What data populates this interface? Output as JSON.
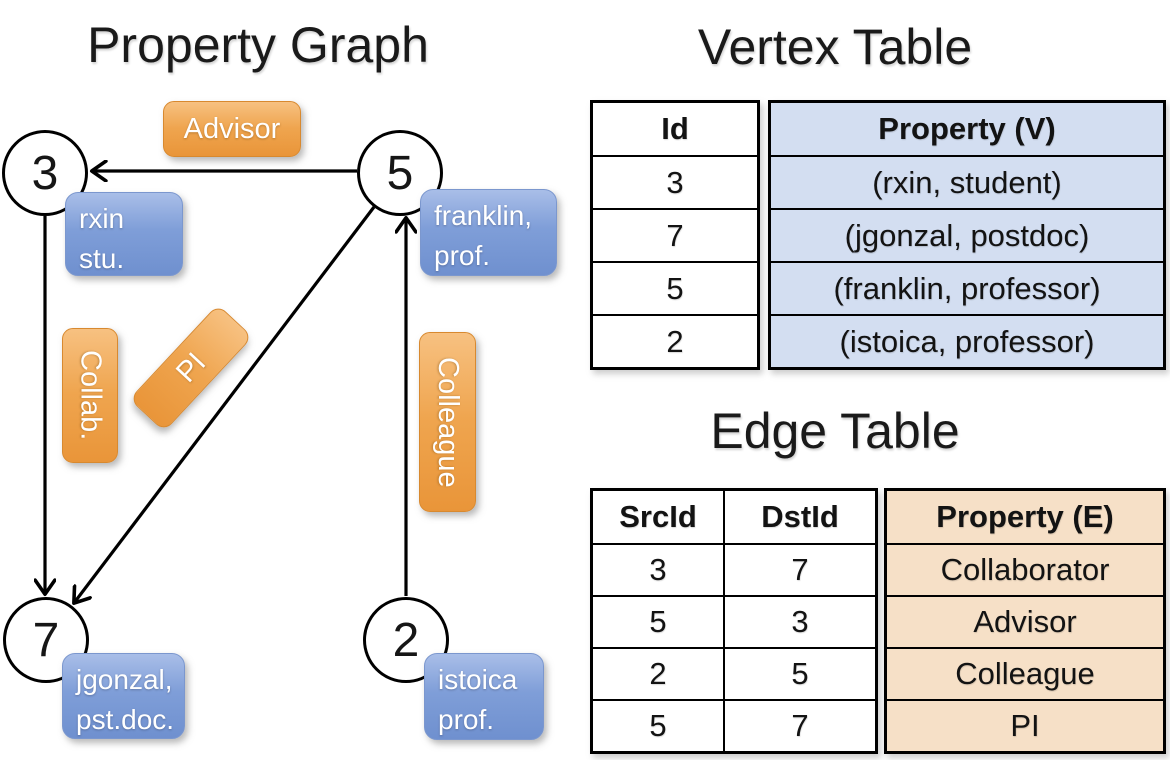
{
  "graph": {
    "title": "Property Graph",
    "nodes": [
      {
        "id": "3",
        "property_line1": "rxin",
        "property_line2": "stu."
      },
      {
        "id": "5",
        "property_line1": "franklin,",
        "property_line2": "prof."
      },
      {
        "id": "7",
        "property_line1": "jgonzal,",
        "property_line2": "pst.doc."
      },
      {
        "id": "2",
        "property_line1": "istoica",
        "property_line2": "prof."
      }
    ],
    "edge_labels": {
      "advisor": "Advisor",
      "collab": "Collab.",
      "pi": "PI",
      "colleague": "Colleague"
    }
  },
  "vertex_table": {
    "title": "Vertex Table",
    "columns": [
      "Id",
      "Property (V)"
    ],
    "rows": [
      [
        "3",
        "(rxin, student)"
      ],
      [
        "7",
        "(jgonzal, postdoc)"
      ],
      [
        "5",
        "(franklin, professor)"
      ],
      [
        "2",
        "(istoica, professor)"
      ]
    ]
  },
  "edge_table": {
    "title": "Edge Table",
    "columns": [
      "SrcId",
      "DstId",
      "Property (E)"
    ],
    "rows": [
      [
        "3",
        "7",
        "Collaborator"
      ],
      [
        "5",
        "3",
        "Advisor"
      ],
      [
        "2",
        "5",
        "Colleague"
      ],
      [
        "5",
        "7",
        "PI"
      ]
    ]
  },
  "colors": {
    "edge_label_orange": "#efa54f",
    "vertex_label_blue": "#7f9ed8",
    "vertex_table_fill": "#d3def1",
    "edge_table_fill": "#f6e0c7",
    "line_black": "#000000"
  }
}
